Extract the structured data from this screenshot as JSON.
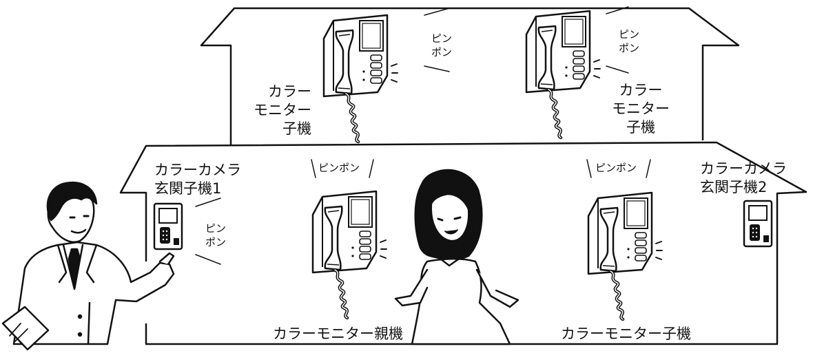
{
  "chime": "ピンポン",
  "chime_lines": [
    "ピン",
    "ポン"
  ],
  "labels": {
    "upper_left_slave": [
      "カラー",
      "モニター",
      "子機"
    ],
    "upper_right_slave": [
      "カラー",
      "モニター",
      "子機"
    ],
    "camera1": [
      "カラーカメラ",
      "玄関子機1"
    ],
    "camera2": [
      "カラーカメラ",
      "玄関子機2"
    ],
    "master_monitor": "カラーモニター親機",
    "lower_slave_monitor": "カラーモニター子機"
  }
}
